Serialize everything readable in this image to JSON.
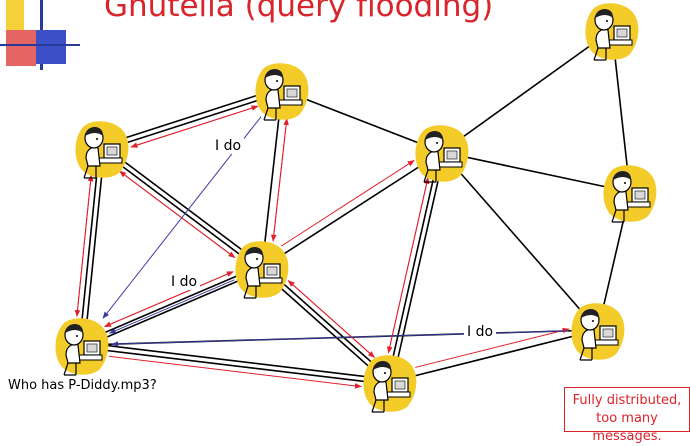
{
  "title": {
    "part1": "Gnutella",
    "part2": " (query flooding)"
  },
  "labels": {
    "query": "Who has P-Diddy.mp3?",
    "reply1": "I do",
    "reply2": "I do",
    "reply3": "I do"
  },
  "note": {
    "line1": "Fully distributed,",
    "line2": "too many messages."
  },
  "colors": {
    "title": "#d8242a",
    "query_arrow": "#e0202a",
    "reply_arrow": "#3a3aa0",
    "edge": "#000000",
    "blob": "#f3cc2a"
  },
  "icons": {
    "peer": "person-at-computer-icon"
  }
}
